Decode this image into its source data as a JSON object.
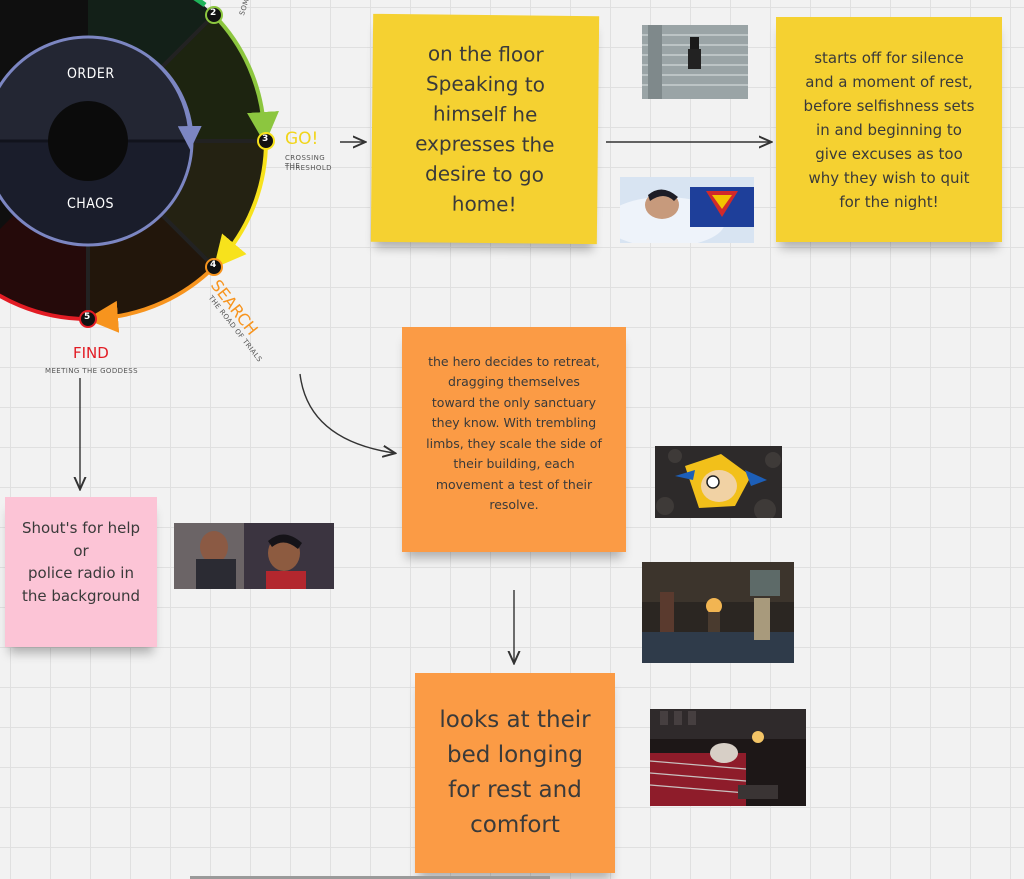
{
  "wheel": {
    "order_label": "ORDER",
    "chaos_label": "CHAOS",
    "stages": [
      {
        "number": "2",
        "title": "",
        "sub": "SOME"
      },
      {
        "number": "3",
        "title": "GO!",
        "sub": "CROSSING THE THRESHOLD",
        "sub_line1": "CROSSING THE",
        "sub_line2": "THRESHOLD"
      },
      {
        "number": "4",
        "title": "SEARCH",
        "sub": "THE ROAD OF TRIALS"
      },
      {
        "number": "5",
        "title": "FIND",
        "sub": "MEETING THE GODDESS"
      }
    ],
    "colors": {
      "green": "#8cc63f",
      "yellow": "#f7e21c",
      "orange": "#f7941e",
      "red": "#e21c24"
    }
  },
  "notes": [
    {
      "id": "floor",
      "color": "#f5d131",
      "lines": [
        "on the floor",
        "Speaking to",
        "himself he",
        "expresses the",
        "desire to go",
        "home!"
      ]
    },
    {
      "id": "silence",
      "color": "#f5d131",
      "lines": [
        "starts off for silence",
        "and a moment of rest,",
        "before selfishness sets",
        "in and beginning to",
        "give excuses as too",
        "why they wish to quit",
        "for the night!"
      ]
    },
    {
      "id": "retreat",
      "color": "#fb9b45",
      "lines": [
        "the hero decides to retreat,",
        "dragging themselves",
        "toward the only sanctuary",
        "they know. With trembling",
        "limbs, they scale the side of",
        "their building, each",
        "movement a test of their",
        "resolve."
      ]
    },
    {
      "id": "help",
      "color": "#fcc4d6",
      "lines": [
        "Shout's for help",
        "or",
        "police radio in",
        "the background"
      ]
    },
    {
      "id": "bed",
      "color": "#fb9b45",
      "lines": [
        "looks at their",
        "bed longing",
        "for rest and",
        "comfort"
      ]
    }
  ],
  "images": [
    {
      "id": "stairs",
      "icon": "figure-on-stairs-image"
    },
    {
      "id": "superman",
      "icon": "superman-lying-image"
    },
    {
      "id": "spider",
      "icon": "spider-verse-image"
    },
    {
      "id": "invincible",
      "icon": "invincible-hero-image"
    },
    {
      "id": "living-room",
      "icon": "living-room-image"
    },
    {
      "id": "bedroom",
      "icon": "bedroom-image"
    }
  ]
}
